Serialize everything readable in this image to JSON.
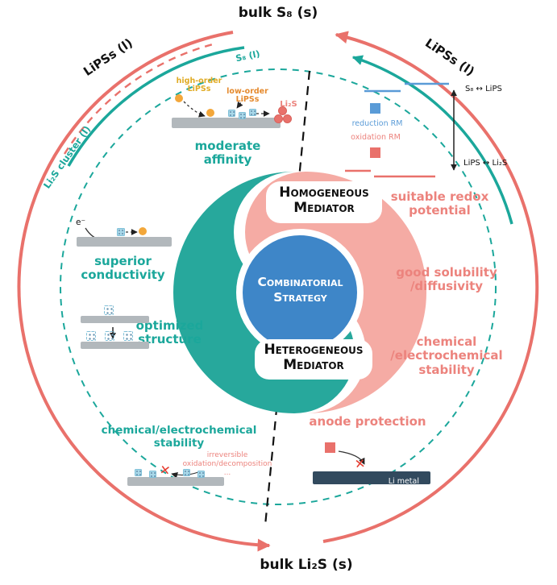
{
  "figure": {
    "top_label": "bulk S₈ (s)",
    "bottom_label": "bulk Li₂S (s)",
    "arc_label_left": "LiPSs (l)",
    "arc_label_right": "LiPSs (l)",
    "li2s_cluster_label": "Li₂S cluster (l)",
    "s8_liquid_label": "S₈ (l)"
  },
  "center": {
    "combinatorial": "Combinatorial\nStrategy",
    "homogeneous": "Homogeneous\nMediator",
    "heterogeneous": "Heterogeneous\nMediator"
  },
  "homogeneous_side": {
    "redox_label": "suitable redox\npotential",
    "solubility_label": "good solubility\n/diffusivity",
    "stability_label": "chemical\n/electrochemical\nstability",
    "anode_label": "anode protection",
    "reduction_rm": "reduction RM",
    "oxidation_rm": "oxidation RM",
    "eq_top": "S₈ ↔ LiPS",
    "eq_bottom": "LiPS ↔ Li₂S",
    "li_metal": "Li metal"
  },
  "heterogeneous_side": {
    "affinity_label": "moderate\naffinity",
    "conductivity_label": "superior\nconductivity",
    "structure_label": "optimized\nstructure",
    "stability_label": "chemical/electrochemical\nstability",
    "high_order": "high-order\nLiPSs",
    "low_order": "low-order\nLiPSs",
    "li2s": "Li₂S",
    "electron": "e⁻",
    "irreversible": "irreversible\noxidation/decomposition ..."
  },
  "icons": {
    "x_mark": "✕"
  },
  "colors": {
    "teal": "#1ba79b",
    "teal_fill": "#27a89c",
    "salmon": "#e9716b",
    "salmon_text": "#ec837d",
    "pink_fill": "#f5aba4",
    "blue": "#3e86c8",
    "light_blue": "#a8d8e9",
    "light_blue_border": "#7fc0d8",
    "gray_bar": "#b2b8bc",
    "dark_bar": "#324a5e",
    "yellow": "#e0ab25",
    "orange": "#e58a2e",
    "orange_dot": "#f3a73a",
    "red_x": "#e53c30",
    "level_blue": "#5a9bd7"
  }
}
